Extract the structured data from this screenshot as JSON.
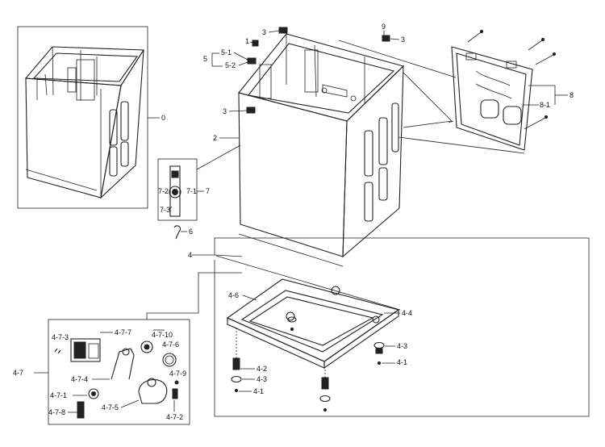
{
  "callouts": {
    "c0": "0",
    "c2": "2",
    "c3a": "3",
    "c3b": "3",
    "c3c": "3",
    "c1": "1",
    "c5": "5",
    "c5_1": "5-1",
    "c5_2": "5-2",
    "c9": "9",
    "c8": "8",
    "c8_1": "8-1",
    "c7": "7",
    "c7_1": "7-1",
    "c7_2": "7-2",
    "c7_3": "7-3",
    "c6": "6",
    "c4": "4",
    "c4_6": "4-6",
    "c4_4": "4-4",
    "c4_3a": "4-3",
    "c4_1a": "4-1",
    "c4_2": "4-2",
    "c4_3b": "4-3",
    "c4_1b": "4-1",
    "c4_7": "4-7",
    "c4_7_3": "4-7-3",
    "c4_7_7": "4-7-7",
    "c4_7_10": "4-7-10",
    "c4_7_6": "4-7-6",
    "c4_7_4": "4-7-4",
    "c4_7_9": "4-7-9",
    "c4_7_1": "4-7-1",
    "c4_7_5": "4-7-5",
    "c4_7_8": "4-7-8",
    "c4_7_2": "4-7-2"
  }
}
